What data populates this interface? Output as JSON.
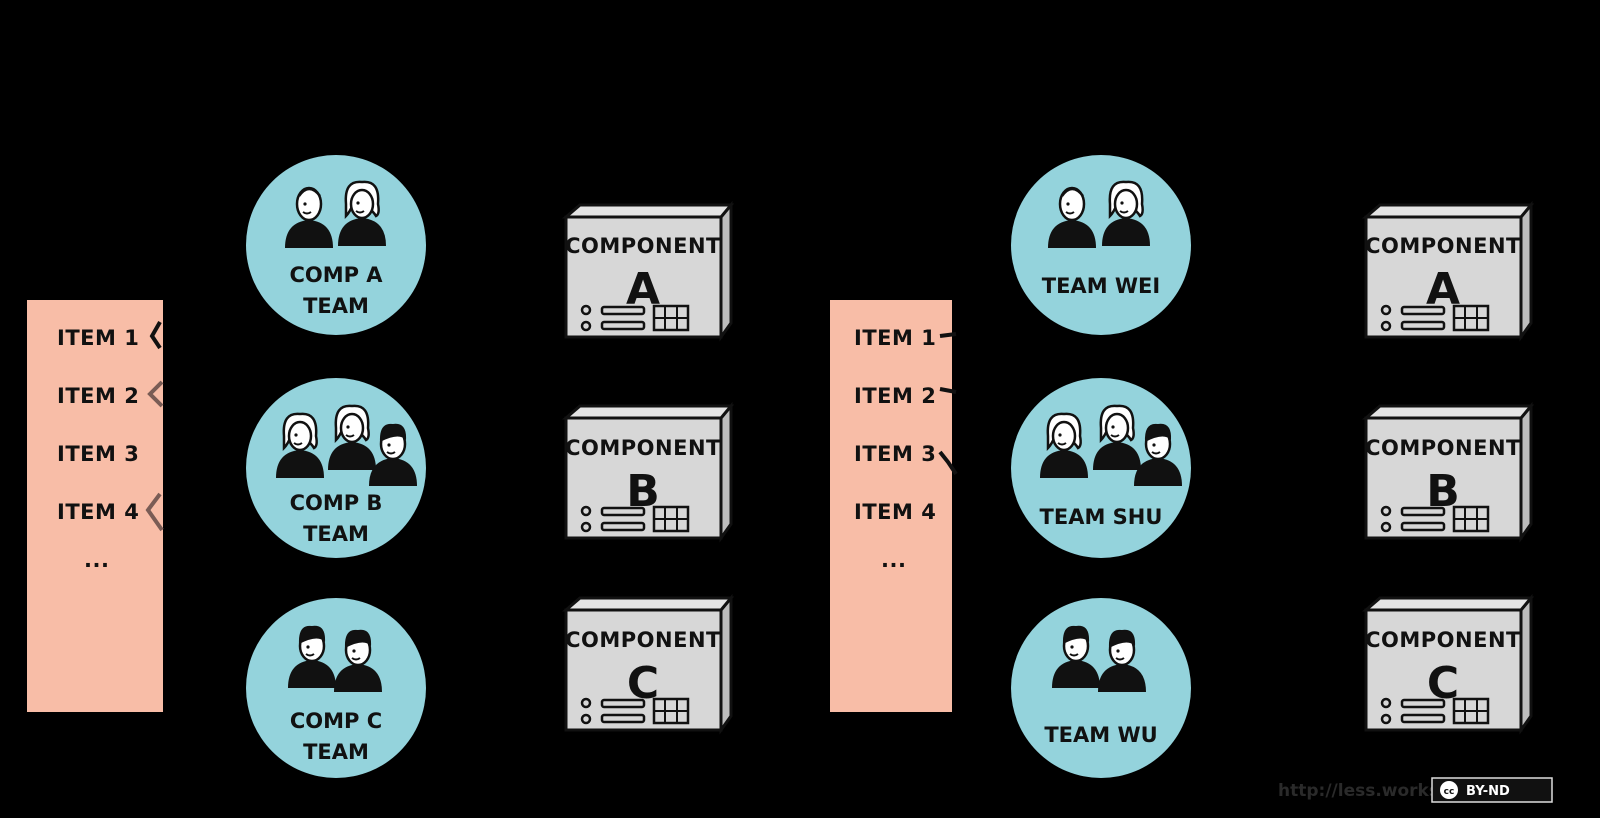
{
  "colors": {
    "background": "#000000",
    "backlog": "#f8bda7",
    "team_circle": "#94d3dc",
    "component_box": "#d7d7d7",
    "person_body": "#111111"
  },
  "left_panel": {
    "backlog_items": [
      "ITEM 1",
      "ITEM 2",
      "ITEM 3",
      "ITEM 4",
      "..."
    ],
    "teams": [
      {
        "line1": "COMP A",
        "line2": "TEAM"
      },
      {
        "line1": "COMP B",
        "line2": "TEAM"
      },
      {
        "line1": "COMP C",
        "line2": "TEAM"
      }
    ],
    "components": [
      {
        "title": "COMPONENT",
        "letter": "A"
      },
      {
        "title": "COMPONENT",
        "letter": "B"
      },
      {
        "title": "COMPONENT",
        "letter": "C"
      }
    ]
  },
  "right_panel": {
    "backlog_items": [
      "ITEM 1",
      "ITEM 2",
      "ITEM 3",
      "ITEM 4",
      "..."
    ],
    "teams": [
      {
        "line1": "TEAM WEI",
        "line2": ""
      },
      {
        "line1": "TEAM SHU",
        "line2": ""
      },
      {
        "line1": "TEAM WU",
        "line2": ""
      }
    ],
    "components": [
      {
        "title": "COMPONENT",
        "letter": "A"
      },
      {
        "title": "COMPONENT",
        "letter": "B"
      },
      {
        "title": "COMPONENT",
        "letter": "C"
      }
    ]
  },
  "footer": {
    "url": "http://less.works",
    "license_icon": "cc-icon",
    "license": "BY-ND"
  }
}
